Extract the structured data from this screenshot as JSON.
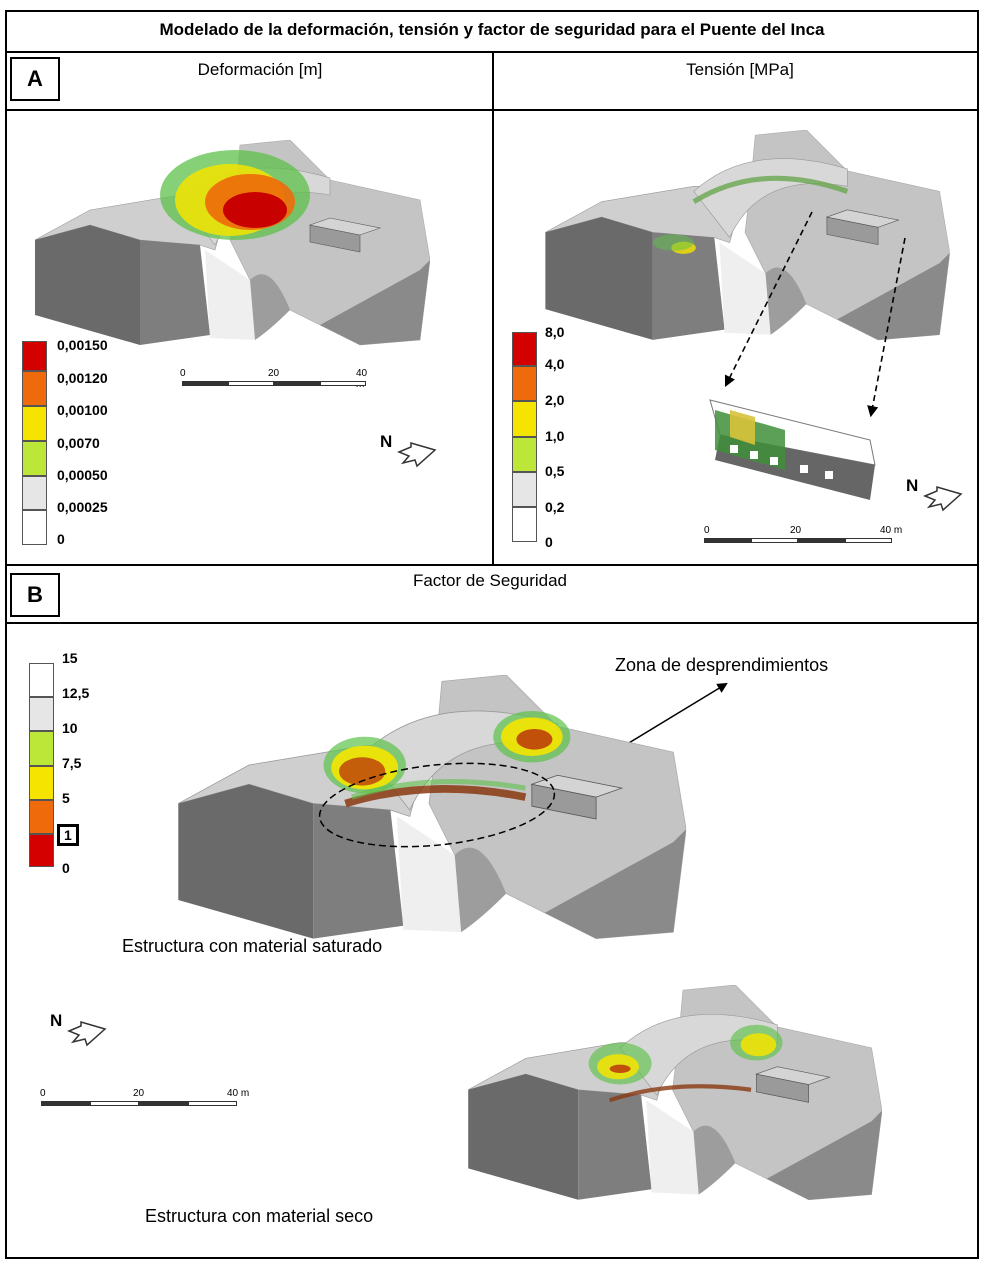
{
  "title": "Modelado de la deformación, tensión y factor de seguridad para el Puente del Inca",
  "panel_a": {
    "letter": "A",
    "left": {
      "header": "Deformación [m]",
      "legend": [
        {
          "label": "0,00150",
          "color": "#d40000"
        },
        {
          "label": "0,00120",
          "color": "#ee6a0a"
        },
        {
          "label": "0,00100",
          "color": "#f5e400"
        },
        {
          "label": "0,0070",
          "color": "#bce638"
        },
        {
          "label": "0,00050",
          "color": "#e6e6e6"
        },
        {
          "label": "0,00025",
          "color": "#ffffff"
        },
        {
          "label": "0",
          "color": null
        }
      ],
      "scale": {
        "ticks": [
          "0",
          "20",
          "40 m"
        ]
      },
      "north": "N"
    },
    "right": {
      "header": "Tensión [MPa]",
      "legend": [
        {
          "label": "8,0",
          "color": "#d40000"
        },
        {
          "label": "4,0",
          "color": "#ee6a0a"
        },
        {
          "label": "2,0",
          "color": "#f5e400"
        },
        {
          "label": "1,0",
          "color": "#bce638"
        },
        {
          "label": "0,5",
          "color": "#e6e6e6"
        },
        {
          "label": "0,2",
          "color": "#ffffff"
        },
        {
          "label": "0",
          "color": null
        }
      ],
      "scale": {
        "ticks": [
          "0",
          "20",
          "40 m"
        ]
      },
      "north": "N"
    }
  },
  "panel_b": {
    "letter": "B",
    "header": "Factor de Seguridad",
    "legend": [
      {
        "label": "15",
        "color": "#ffffff"
      },
      {
        "label": "12,5",
        "color": "#e6e6e6"
      },
      {
        "label": "10",
        "color": "#bce638"
      },
      {
        "label": "7,5",
        "color": "#f5e400"
      },
      {
        "label": "5",
        "color": "#ee6a0a"
      },
      {
        "label": "1",
        "color": "#d40000"
      },
      {
        "label": "0",
        "color": null
      }
    ],
    "annotation": "Zona de desprendimientos",
    "caption_saturated": "Estructura con material saturado",
    "caption_dry": "Estructura con material seco",
    "scale": {
      "ticks": [
        "0",
        "20",
        "40 m"
      ]
    },
    "north": "N"
  }
}
